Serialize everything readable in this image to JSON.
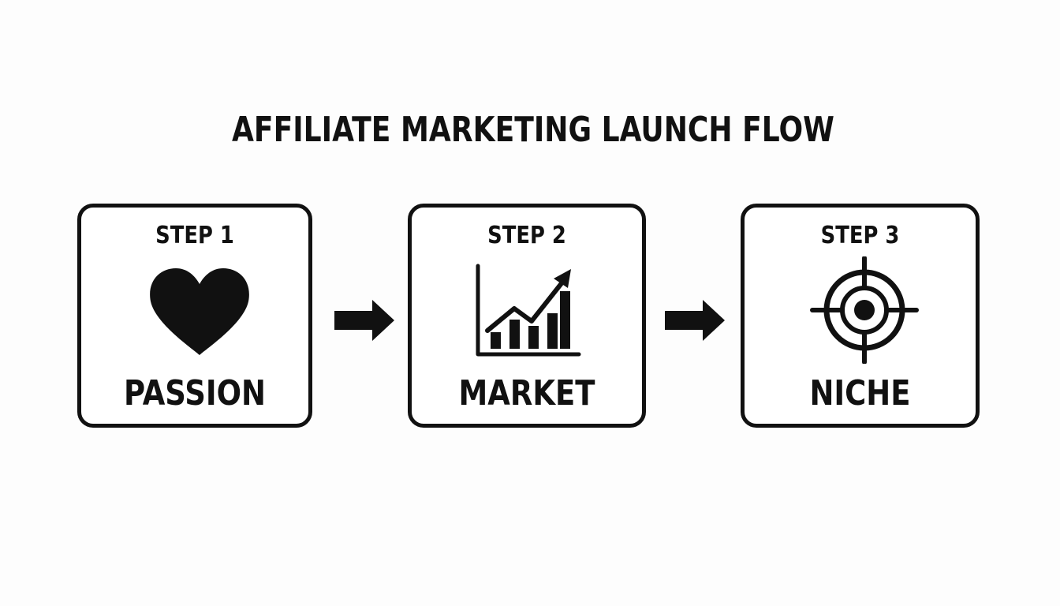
{
  "title": "AFFILIATE MARKETING LAUNCH FLOW",
  "steps": [
    {
      "label": "STEP 1",
      "name": "PASSION",
      "icon": "heart-icon"
    },
    {
      "label": "STEP 2",
      "name": "MARKET",
      "icon": "growth-chart-icon"
    },
    {
      "label": "STEP 3",
      "name": "NICHE",
      "icon": "target-icon"
    }
  ],
  "colors": {
    "ink": "#111111",
    "background": "#fdfdfd"
  }
}
